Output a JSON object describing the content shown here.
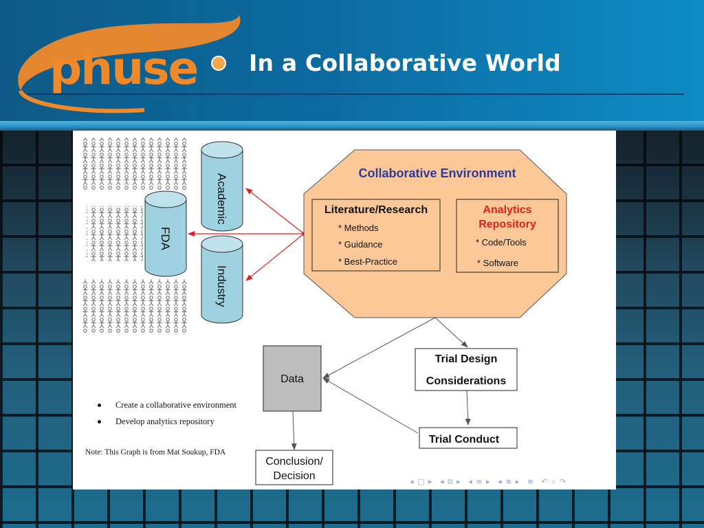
{
  "slide": {
    "title": "In a Collaborative World",
    "logo_text": "phuse",
    "colors": {
      "header_blue": "#0c6aa0",
      "logo_orange": "#f0892a",
      "octagon_fill": "#fcc897",
      "arrow_red": "#e02020"
    }
  },
  "diagram": {
    "people_icon": "crowd-icon",
    "cylinders": {
      "academic": "Academic",
      "fda": "FDA",
      "industry": "Industry"
    },
    "environment": {
      "title": "Collaborative Environment",
      "literature": {
        "title": "Literature/Research",
        "items": [
          "* Methods",
          "* Guidance",
          "* Best-Practice"
        ]
      },
      "analytics": {
        "title_line1": "Analytics",
        "title_line2": "Repository",
        "items": [
          "* Code/Tools",
          "* Software"
        ]
      }
    },
    "boxes": {
      "data": "Data",
      "trial_design_line1": "Trial Design",
      "trial_design_line2": "Considerations",
      "trial_conduct": "Trial Conduct",
      "conclusion_line1": "Conclusion/",
      "conclusion_line2": "Decision"
    }
  },
  "bullets": [
    "Create a collaborative environment",
    "Develop analytics repository"
  ],
  "note": "Note: This Graph is from Mat Soukup, FDA",
  "nav_controls": [
    "◂ □ ▸",
    "◂ ⧉ ▸",
    "◂ ≡ ▸",
    "◂ ≡ ▸",
    "≡",
    "↶ ⌕ ↷"
  ]
}
